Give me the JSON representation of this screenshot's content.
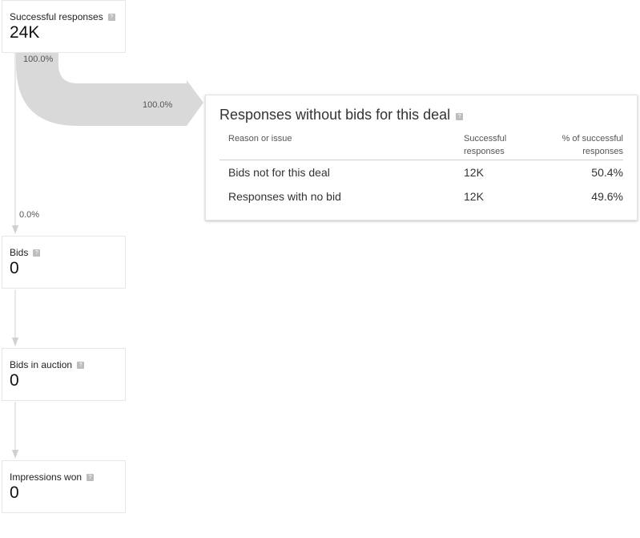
{
  "funnel": {
    "successful_responses": {
      "label": "Successful responses",
      "value": "24K"
    },
    "bids": {
      "label": "Bids",
      "value": "0"
    },
    "bids_in_auction": {
      "label": "Bids in auction",
      "value": "0"
    },
    "impressions_won": {
      "label": "Impressions won",
      "value": "0"
    }
  },
  "flow": {
    "branch_top_pct": "100.0%",
    "branch_arrow_pct": "100.0%",
    "to_bids_pct": "0.0%"
  },
  "detail": {
    "title": "Responses without bids for this deal",
    "columns": {
      "reason": "Reason or issue",
      "successful_line1": "Successful",
      "successful_line2": "responses",
      "pct_line1": "% of successful",
      "pct_line2": "responses"
    },
    "rows": [
      {
        "reason": "Bids not for this deal",
        "successful": "12K",
        "pct": "50.4%"
      },
      {
        "reason": "Responses with no bid",
        "successful": "12K",
        "pct": "49.6%"
      }
    ]
  },
  "colors": {
    "flow_fill": "#d9d9d9",
    "connector": "#d0d0d0",
    "help_icon": "#bdbdbd"
  },
  "icons": {
    "help": "help-icon"
  }
}
